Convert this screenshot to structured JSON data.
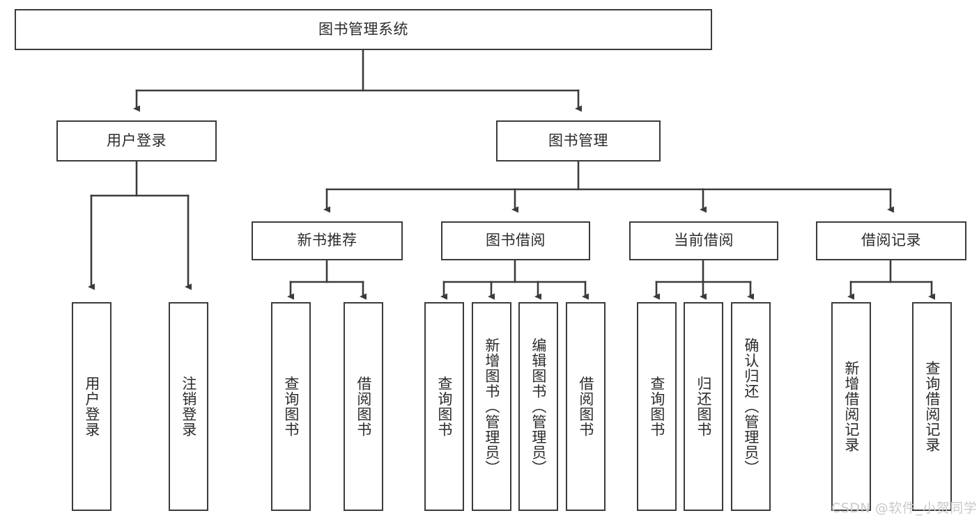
{
  "diagram": {
    "title": "图书管理系统",
    "type": "hierarchy-tree",
    "root": {
      "label": "图书管理系统"
    },
    "level2": [
      {
        "label": "用户登录"
      },
      {
        "label": "图书管理"
      }
    ],
    "level3": [
      {
        "label": "新书推荐"
      },
      {
        "label": "图书借阅"
      },
      {
        "label": "当前借阅"
      },
      {
        "label": "借阅记录"
      }
    ],
    "leaves": {
      "user_login": [
        {
          "label": "用户登录"
        },
        {
          "label": "注销登录"
        }
      ],
      "new_book_recommend": [
        {
          "label": "查询图书"
        },
        {
          "label": "借阅图书"
        }
      ],
      "book_borrow": [
        {
          "label": "查询图书"
        },
        {
          "label": "新增图书（管理员）"
        },
        {
          "label": "编辑图书（管理员）"
        },
        {
          "label": "借阅图书"
        }
      ],
      "current_borrow": [
        {
          "label": "查询图书"
        },
        {
          "label": "归还图书"
        },
        {
          "label": "确认归还（管理员）"
        }
      ],
      "borrow_record": [
        {
          "label": "新增借阅记录"
        },
        {
          "label": "查询借阅记录"
        }
      ]
    }
  },
  "watermark": {
    "text": "CSDN @软件_小贺同学"
  },
  "colors": {
    "stroke": "#3b3b3b",
    "text": "#2b2b2b",
    "background": "#ffffff",
    "watermark": "#c9c9c9"
  }
}
